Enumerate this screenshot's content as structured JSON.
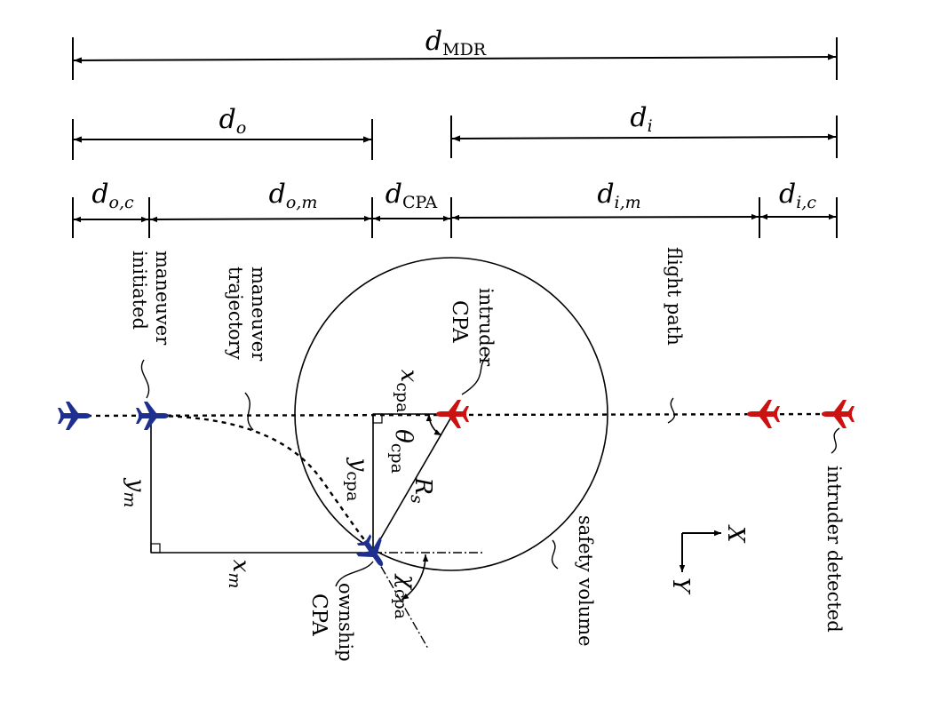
{
  "colors": {
    "ownship": "#1f2f8f",
    "intruder": "#cc1111",
    "line": "#000000"
  },
  "dimensions": {
    "d_mdr": {
      "base": "d",
      "sub": "MDR"
    },
    "d_o": {
      "base": "d",
      "sub": "o"
    },
    "d_i": {
      "base": "d",
      "sub": "i"
    },
    "d_oc": {
      "base": "d",
      "sub": "o,c"
    },
    "d_om": {
      "base": "d",
      "sub": "o,m"
    },
    "d_cpa": {
      "base": "d",
      "sub": "CPA"
    },
    "d_im": {
      "base": "d",
      "sub": "i,m"
    },
    "d_ic": {
      "base": "d",
      "sub": "i,c"
    }
  },
  "geometry_labels": {
    "x_cpa": {
      "base": "x",
      "sub": "cpa"
    },
    "y_cpa": {
      "base": "y",
      "sub": "cpa"
    },
    "theta_cpa": {
      "base": "θ",
      "sub": "cpa"
    },
    "R_s": {
      "base": "R",
      "sub": "s"
    },
    "chi_cpa": {
      "base": "χ",
      "sub": "cpa"
    },
    "x_m": {
      "base": "x",
      "sub": "m"
    },
    "y_m": {
      "base": "y",
      "sub": "m"
    }
  },
  "annotations": {
    "maneuver_initiated": [
      "maneuver",
      "initiated"
    ],
    "maneuver_trajectory": [
      "maneuver",
      "trajectory"
    ],
    "intruder_cpa": [
      "intruder",
      "CPA"
    ],
    "flight_path": "flight path",
    "ownship_cpa": [
      "ownship",
      "CPA"
    ],
    "safety_volume": "safety volume",
    "intruder_detected": "intruder detected"
  },
  "axes": {
    "x": "X",
    "y": "Y"
  }
}
